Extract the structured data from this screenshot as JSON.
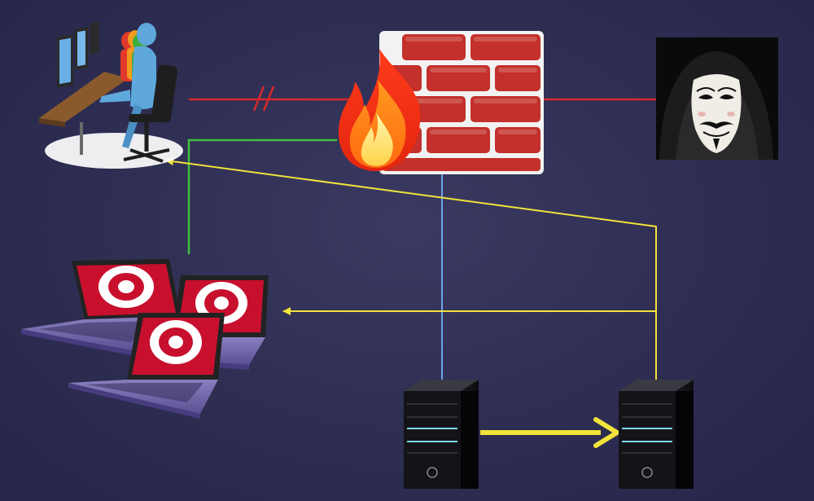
{
  "diagram": {
    "nodes": [
      {
        "id": "security-team",
        "icon": "people-at-computers-icon"
      },
      {
        "id": "firewall",
        "icon": "brick-firewall-icon"
      },
      {
        "id": "attacker",
        "icon": "hacker-mask-icon"
      },
      {
        "id": "pos-laptops",
        "icon": "laptop-icon",
        "count": 3
      },
      {
        "id": "server-1",
        "icon": "server-tower-icon"
      },
      {
        "id": "server-2",
        "icon": "server-tower-icon"
      }
    ],
    "connections": [
      {
        "from": "security-team",
        "to": "firewall",
        "color": "#d42a2a",
        "style": "broken"
      },
      {
        "from": "firewall",
        "to": "attacker",
        "color": "#d42a2a",
        "style": "solid"
      },
      {
        "from": "firewall",
        "to": "pos-laptops",
        "color": "#3ec13e",
        "style": "solid"
      },
      {
        "from": "firewall",
        "to": "server-1",
        "color": "#6aa6e6",
        "style": "solid"
      },
      {
        "from": "server-2",
        "to": "security-team",
        "color": "#f2e33a",
        "style": "arrow"
      },
      {
        "from": "server-2",
        "to": "pos-laptops",
        "color": "#f2e33a",
        "style": "arrow"
      },
      {
        "from": "server-1",
        "to": "server-2",
        "color": "#f2e33a",
        "style": "thick-arrow"
      }
    ],
    "colors": {
      "background": "#2e2d52",
      "brick": "#c4302b",
      "mortar": "#f2f2f2",
      "target_red": "#c8102e"
    }
  }
}
